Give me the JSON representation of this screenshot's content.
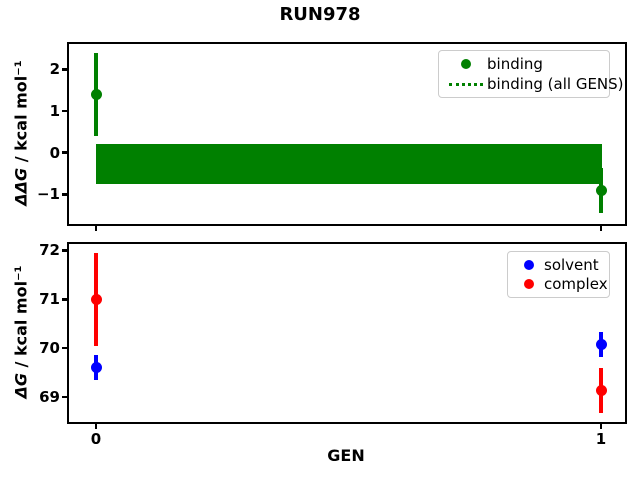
{
  "title": "RUN978",
  "chart_data": {
    "type": "errorbar-scatter",
    "title": "RUN978",
    "xlabel": "GEN",
    "x_ticks": [
      0,
      1
    ],
    "x_tick_labels": [
      "0",
      "1"
    ],
    "xlim": [
      -0.055,
      1.055
    ],
    "grid": false,
    "subplots": [
      {
        "name": "binding-panel",
        "ylabel_prefix": "ΔΔG",
        "ylabel_rest": " / kcal mol⁻¹",
        "ylim": [
          -1.69,
          2.61
        ],
        "yticks": [
          2,
          1,
          0,
          -1
        ],
        "series": [
          {
            "name": "binding",
            "color": "#008000",
            "x": [
              0,
              1
            ],
            "y": [
              1.4,
              -0.91
            ],
            "yerr": [
              1.0,
              0.55
            ]
          }
        ],
        "band": {
          "name": "binding (all GENS)",
          "color": "#008000",
          "lo": -0.76,
          "hi": 0.2,
          "x_range": [
            0,
            1
          ]
        },
        "legend": [
          {
            "label": "binding",
            "marker": "circle",
            "color": "#008000"
          },
          {
            "label": "binding (all GENS)",
            "marker": "dotted-line",
            "color": "#008000"
          }
        ],
        "legend_position": "upper right"
      },
      {
        "name": "dg-panel",
        "ylabel_prefix": "ΔG",
        "ylabel_rest": " / kcal mol⁻¹",
        "ylim": [
          68.51,
          72.13
        ],
        "yticks": [
          72,
          71,
          70,
          69
        ],
        "series": [
          {
            "name": "solvent",
            "color": "#0000ff",
            "x": [
              0,
              1
            ],
            "y": [
              69.6,
              70.08
            ],
            "yerr": [
              0.26,
              0.26
            ]
          },
          {
            "name": "complex",
            "color": "#ff0000",
            "x": [
              0,
              1
            ],
            "y": [
              71.0,
              69.13
            ],
            "yerr": [
              0.95,
              0.46
            ]
          }
        ],
        "legend": [
          {
            "label": "solvent",
            "marker": "circle",
            "color": "#0000ff"
          },
          {
            "label": "complex",
            "marker": "circle",
            "color": "#ff0000"
          }
        ],
        "legend_position": "upper right"
      }
    ]
  }
}
